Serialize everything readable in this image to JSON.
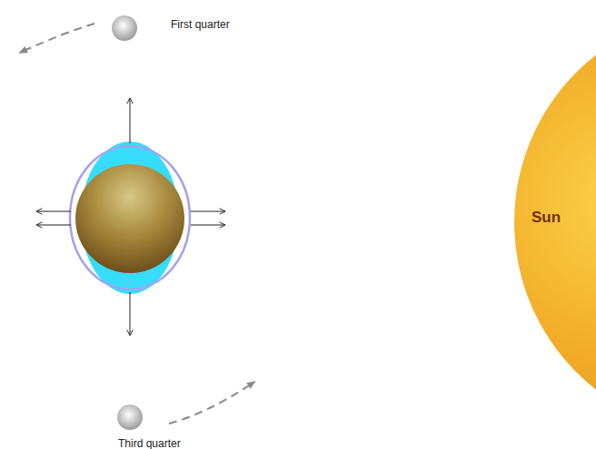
{
  "diagram": {
    "nodes": [
      {
        "text": [
          "Sun"
        ]
      }
    ],
    "labels": [
      "First quarter",
      "Third quarter"
    ]
  }
}
